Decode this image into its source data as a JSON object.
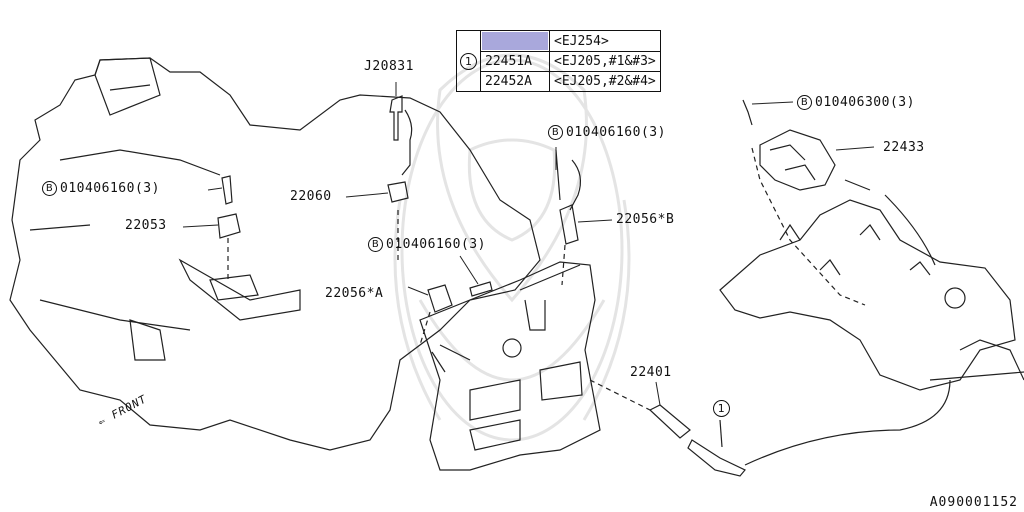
{
  "figure_id": "A090001152",
  "front_label": "FRONT",
  "callouts": {
    "j20831": "J20831",
    "p22060": "22060",
    "p22053": "22053",
    "p22056a": "22056*A",
    "p22056b": "22056*B",
    "p22401": "22401",
    "p22433": "22433",
    "bolt_22053": {
      "marker": "B",
      "code": "010406160(3)"
    },
    "bolt_22056a": {
      "marker": "B",
      "code": "010406160(3)"
    },
    "bolt_22056b": {
      "marker": "B",
      "code": "010406160(3)"
    },
    "bolt_22433": {
      "marker": "B",
      "code": "010406300(3)"
    },
    "marker_1_plug": "1"
  },
  "ref_table": {
    "marker": "1",
    "rows": [
      {
        "part": "",
        "spec": "<EJ254>",
        "highlighted": true
      },
      {
        "part": "22451A",
        "spec": "<EJ205,#1&#3>",
        "highlighted": false
      },
      {
        "part": "22452A",
        "spec": "<EJ205,#2&#4>",
        "highlighted": false
      }
    ]
  },
  "colors": {
    "line": "#222222",
    "highlight": "#a9a8dc",
    "watermark": "#e6e6e6"
  }
}
